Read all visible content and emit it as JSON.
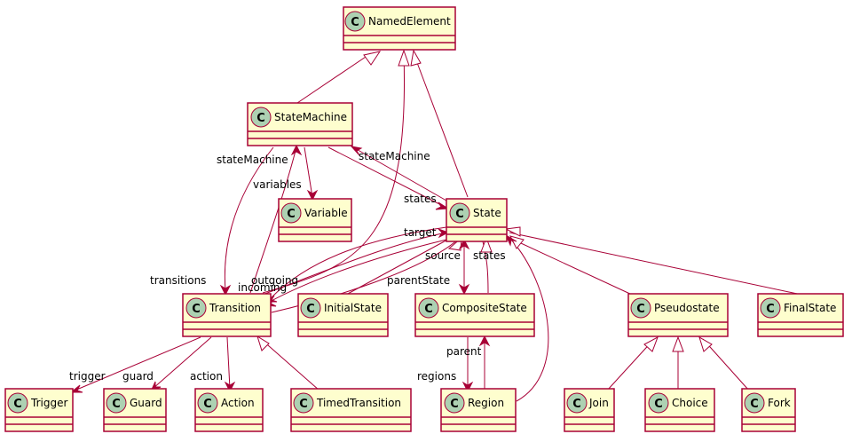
{
  "classes": {
    "namedElement": "NamedElement",
    "stateMachine": "StateMachine",
    "variable": "Variable",
    "state": "State",
    "transition": "Transition",
    "initialState": "InitialState",
    "compositeState": "CompositeState",
    "pseudostate": "Pseudostate",
    "finalState": "FinalState",
    "trigger": "Trigger",
    "guard": "Guard",
    "action": "Action",
    "timedTransition": "TimedTransition",
    "region": "Region",
    "join": "Join",
    "choice": "Choice",
    "fork": "Fork"
  },
  "badge_letter": "C",
  "roles": {
    "sm_state_machine": "stateMachine",
    "sm_variables": "variables",
    "state_state_machine": "stateMachine",
    "sm_states": "states",
    "target": "target",
    "source": "source",
    "states": "states",
    "transitions": "transitions",
    "outgoing": "outgoing",
    "incoming": "incoming",
    "parent_state": "parentState",
    "parent": "parent",
    "regions": "regions",
    "trigger": "trigger",
    "guard": "guard",
    "action": "action"
  },
  "colors": {
    "class_fill": "#FEFECE",
    "class_border": "#A80036",
    "badge_fill": "#ADD1B2",
    "edge": "#A80036"
  }
}
